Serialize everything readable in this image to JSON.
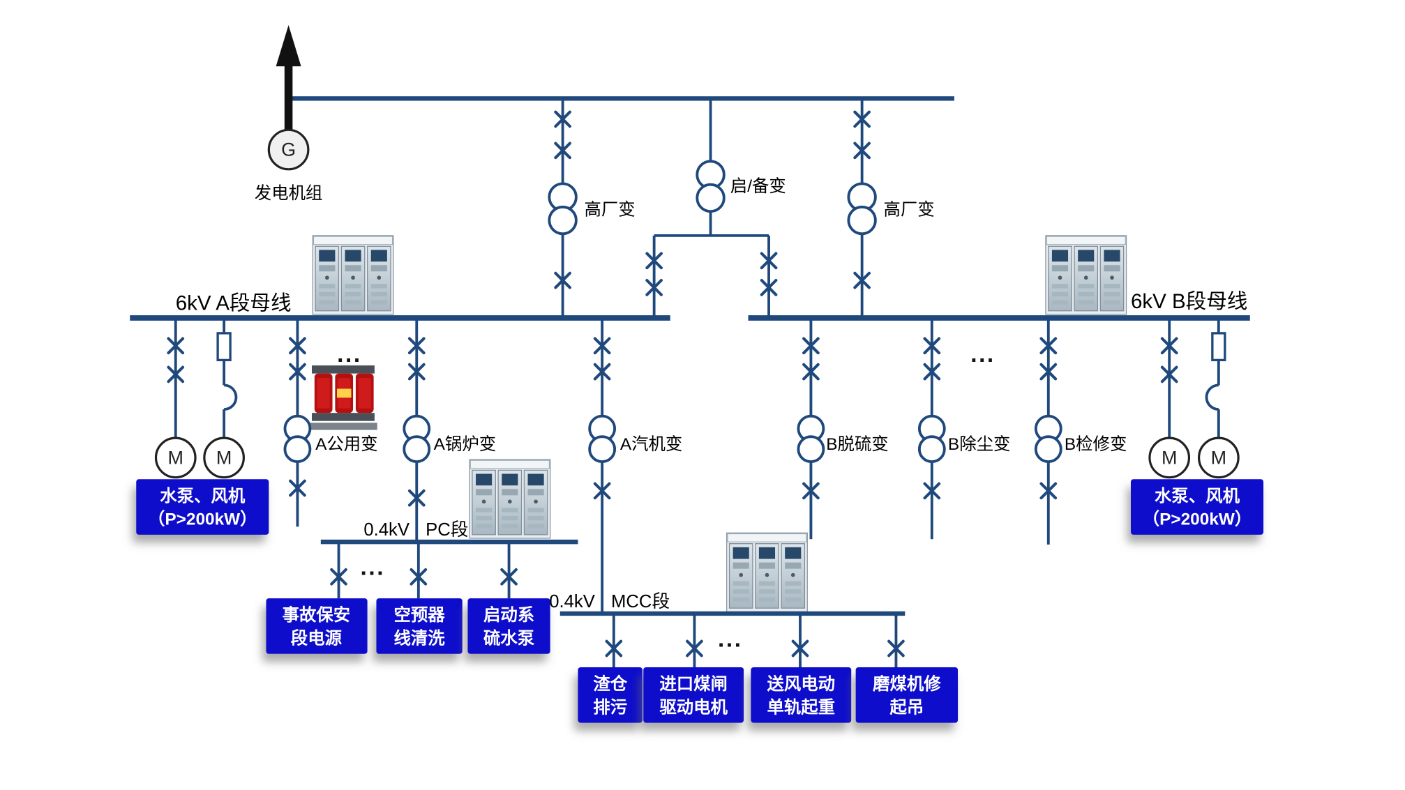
{
  "colors": {
    "line_blue": "#1F497D",
    "load_box_blue": "#0A0ACB",
    "load_box_text": "#FFFFFF",
    "arrow_black": "#111111",
    "transformer_red": "#B51010"
  },
  "generator": {
    "symbol": "G",
    "label": "发电机组"
  },
  "top_feeders": {
    "plant_transformer_a": "高厂变",
    "startup_standby_transformer": "启/备变",
    "plant_transformer_b": "高厂变"
  },
  "buses": {
    "bus_a": "6kV A段母线",
    "bus_b": "6kV B段母线",
    "pc": {
      "voltage": "0.4kV",
      "name": "PC段"
    },
    "mcc": {
      "voltage": "0.4kV",
      "name": "MCC段"
    }
  },
  "transformers_6kv": {
    "a_common": "A公用变",
    "a_boiler": "A锅炉变",
    "a_turbine": "A汽机变",
    "b_desulfur": "B脱硫变",
    "b_dust": "B除尘变",
    "b_maintenance": "B检修变"
  },
  "motor": {
    "symbol": "M"
  },
  "motor_load": {
    "line1": "水泵、风机",
    "line2": "（P>200kW）"
  },
  "pc_loads": [
    {
      "line1": "事故保安",
      "line2": "段电源"
    },
    {
      "line1": "空预器",
      "line2": "线清洗"
    },
    {
      "line1": "启动系",
      "line2": "硫水泵"
    }
  ],
  "mcc_loads": [
    {
      "line1": "渣仓",
      "line2": "排污"
    },
    {
      "line1": "进口煤闸",
      "line2": "驱动电机"
    },
    {
      "line1": "送风电动",
      "line2": "单轨起重"
    },
    {
      "line1": "磨煤机修",
      "line2": "起吊"
    }
  ],
  "ellipsis": "..."
}
